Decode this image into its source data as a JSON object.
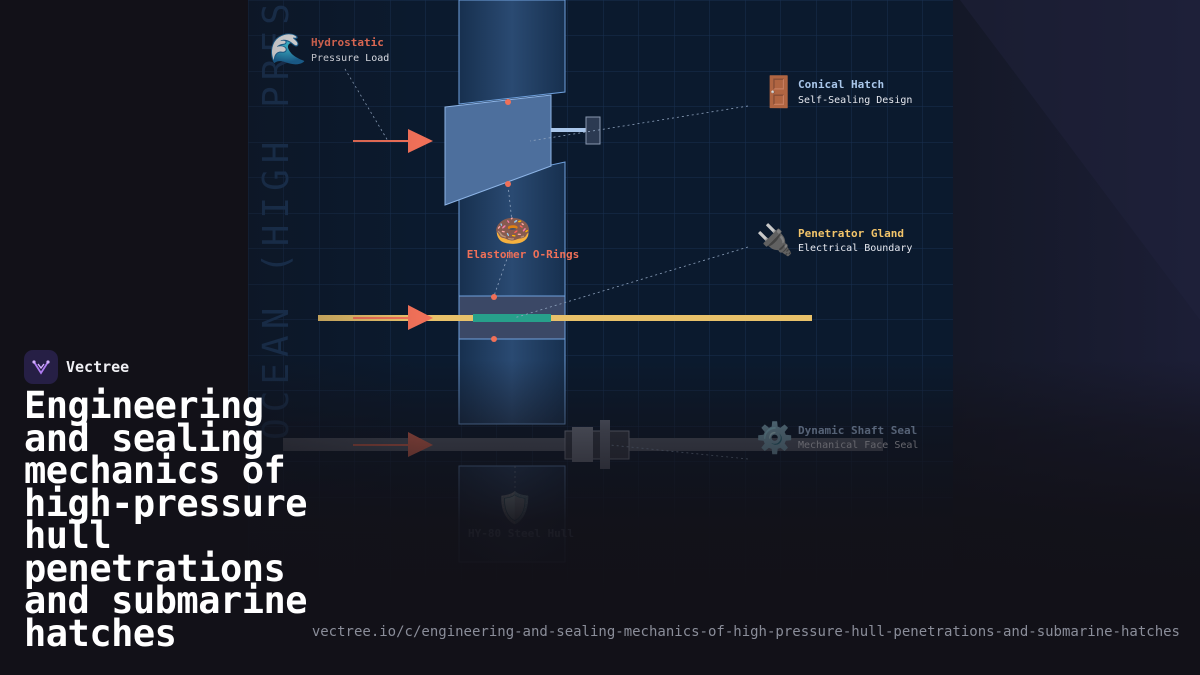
{
  "brand": {
    "name": "Vectree"
  },
  "headline": "Engineering and sealing mechanics of high-pressure hull penetrations and submarine hatches",
  "url": "vectree.io/c/engineering-and-sealing-mechanics-of-high-pressure-hull-penetrations-and-submarine-hatches",
  "diagram": {
    "watermark": "OCEAN (HIGH PRES",
    "labels": {
      "hydrostatic": {
        "title": "Hydrostatic",
        "subtitle": "Pressure Load",
        "icon": "wave-icon",
        "emoji": "🌊",
        "color": "#f07058"
      },
      "hatch": {
        "title": "Conical Hatch",
        "subtitle": "Self-Sealing Design",
        "icon": "door-icon",
        "emoji": "🚪",
        "color": "#a9c6ea"
      },
      "orings": {
        "title": "Elastomer O-Rings",
        "icon": "donut-icon",
        "emoji": "🍩",
        "color": "#f07058"
      },
      "gland": {
        "title": "Penetrator Gland",
        "subtitle": "Electrical Boundary",
        "icon": "plug-icon",
        "emoji": "🔌",
        "color": "#f2c46a"
      },
      "shaft_seal": {
        "title": "Dynamic Shaft Seal",
        "subtitle": "Mechanical Face Seal",
        "icon": "gear-icon",
        "emoji": "⚙️",
        "color": "#a9c6ea"
      },
      "hull": {
        "title": "HY-80 Steel Hull",
        "icon": "shield-icon",
        "emoji": "🛡️",
        "color": "#a9c6ea"
      }
    },
    "colors": {
      "grid_bg": "#0b1a2e",
      "grid_line": "#183050",
      "hull": "#1f3a5e",
      "hull_edge": "#6fa0dc",
      "hatch": "#4d6f9d",
      "cable": "#e8c16a",
      "gland_seal": "#27a08b",
      "shaft": "#5a6170",
      "arrow": "#f07058"
    }
  }
}
